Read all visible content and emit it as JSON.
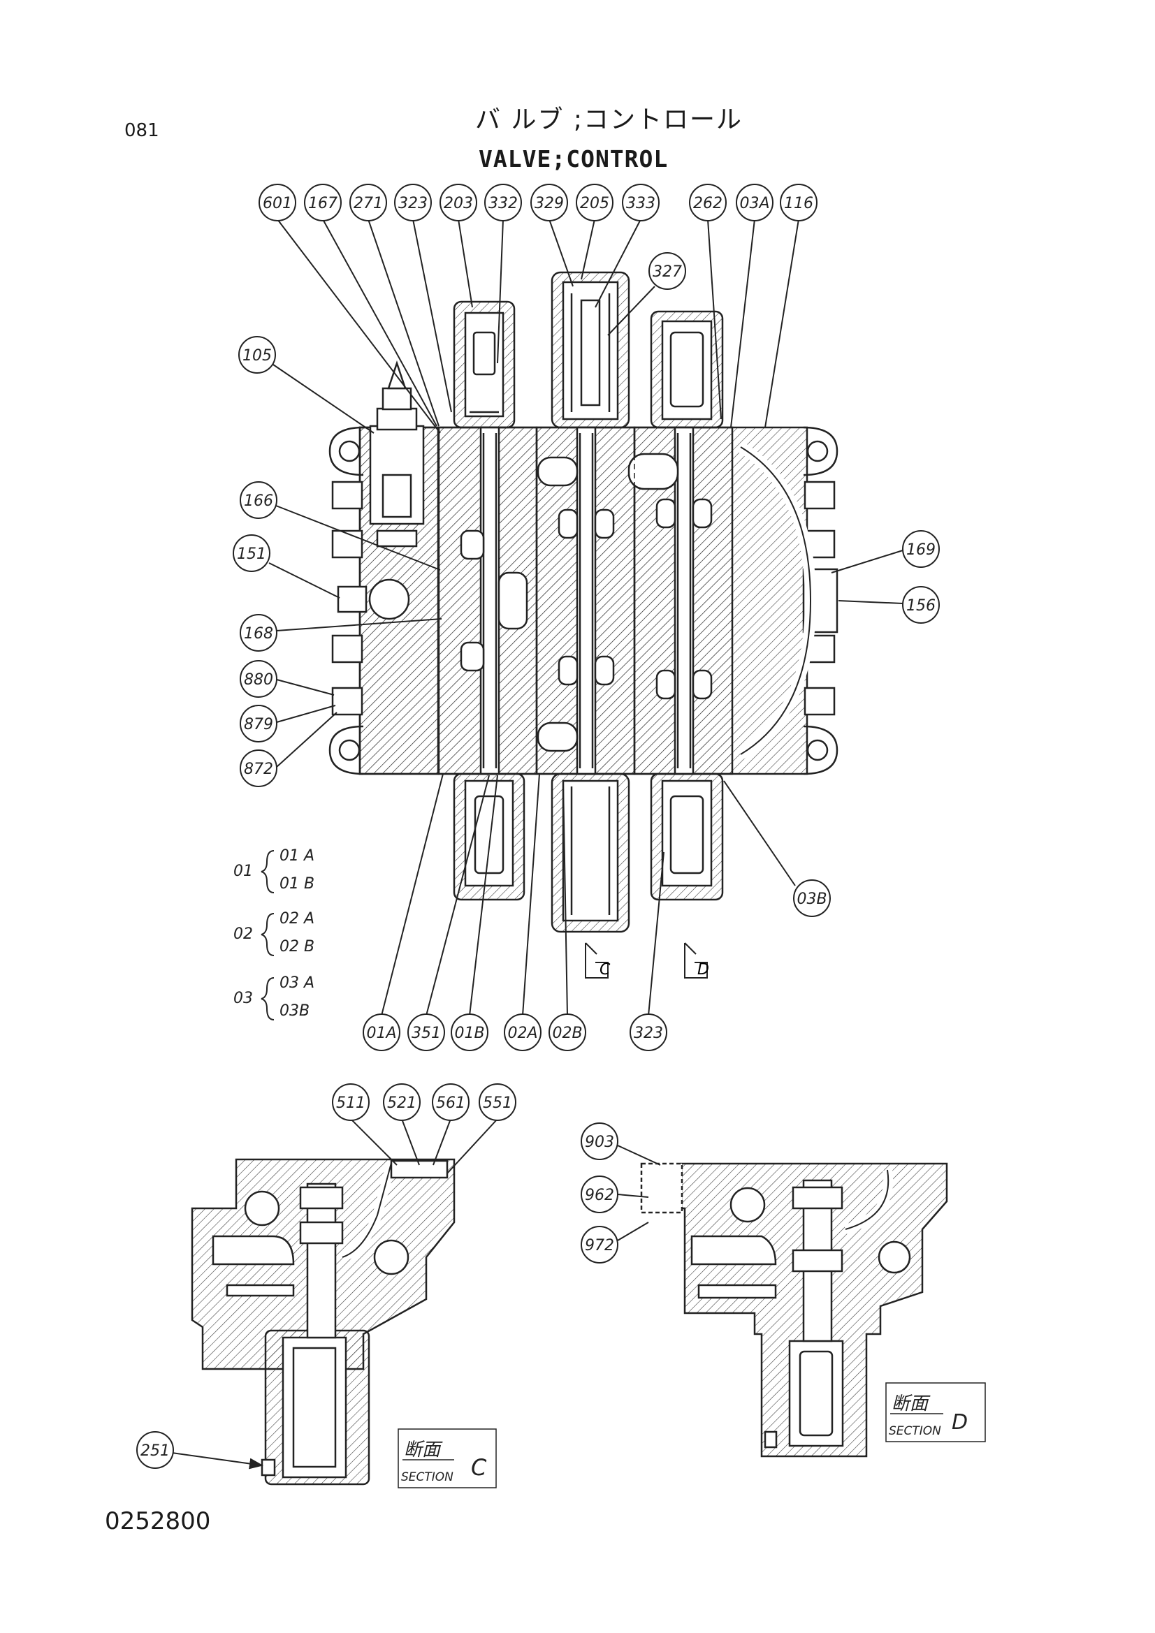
{
  "page": {
    "page_number": "081",
    "title_jp": "バ ルブ ;コントロール",
    "title_en": "VALVE;CONTROL",
    "drawing_number": "0252800"
  },
  "callouts": {
    "top": [
      "601",
      "167",
      "271",
      "323",
      "203",
      "332",
      "329",
      "205",
      "333",
      "262",
      "03A",
      "116",
      "327"
    ],
    "left": [
      "105",
      "166",
      "151",
      "168",
      "880",
      "879",
      "872"
    ],
    "right": [
      "169",
      "156",
      "03B"
    ],
    "bottom": [
      "01A",
      "351",
      "01B",
      "02A",
      "02B",
      "323"
    ],
    "section_c": [
      "511",
      "521",
      "561",
      "551",
      "251"
    ],
    "section_d": [
      "903",
      "962",
      "972"
    ]
  },
  "groups": [
    {
      "name": "01",
      "members": [
        "01 A",
        "01 B"
      ]
    },
    {
      "name": "02",
      "members": [
        "02 A",
        "02 B"
      ]
    },
    {
      "name": "03",
      "members": [
        "03 A",
        "03B"
      ]
    }
  ],
  "section_markers": {
    "c": "C",
    "d": "D"
  },
  "section_labels": {
    "c": {
      "jp": "断面",
      "en": "SECTION",
      "letter": "C"
    },
    "d": {
      "jp": "断面",
      "en": "SECTION",
      "letter": "D"
    }
  }
}
